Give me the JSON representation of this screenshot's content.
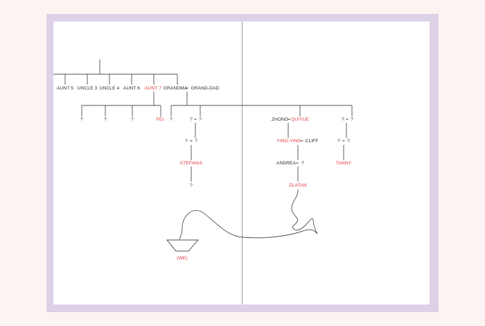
{
  "colors": {
    "background": "#fdf3f3",
    "frame": "#ddd1e7",
    "page": "#ffffff",
    "line": "#1a1a1a",
    "highlight": "#e0333a",
    "text": "#2a2a2a"
  },
  "people": {
    "aunt5": "AUNT 5",
    "uncle3": "UNCLE 3",
    "uncle4": "UNCLE 4",
    "aunt6": "AUNT 6",
    "aunt7": "AUNT 7",
    "grandma": "GRANDMA",
    "granddad": "GRAND-DAD",
    "unknown1": "?",
    "unknown2": "?",
    "unknown3": "?",
    "fei": "FEI",
    "unknown4": "?",
    "couple1_a": "?",
    "couple1_b": "?",
    "zhong": "ZHONG",
    "quiyue": "QUIYUE",
    "couple2_a": "?",
    "couple2_b": "?",
    "couple3_a": "?",
    "couple3_b": "?",
    "yingying": "YING-YING",
    "cliff": "CLIFF",
    "couple4_a": "?",
    "couple4_b": "?",
    "stefania": "STEFANIA",
    "andrea": "ANDREA",
    "unknown5": "?",
    "tanny": "TANNY",
    "unknown6": "?",
    "zlatan": "ZLATAN",
    "we": "(WE)"
  },
  "marriage_symbol": "="
}
